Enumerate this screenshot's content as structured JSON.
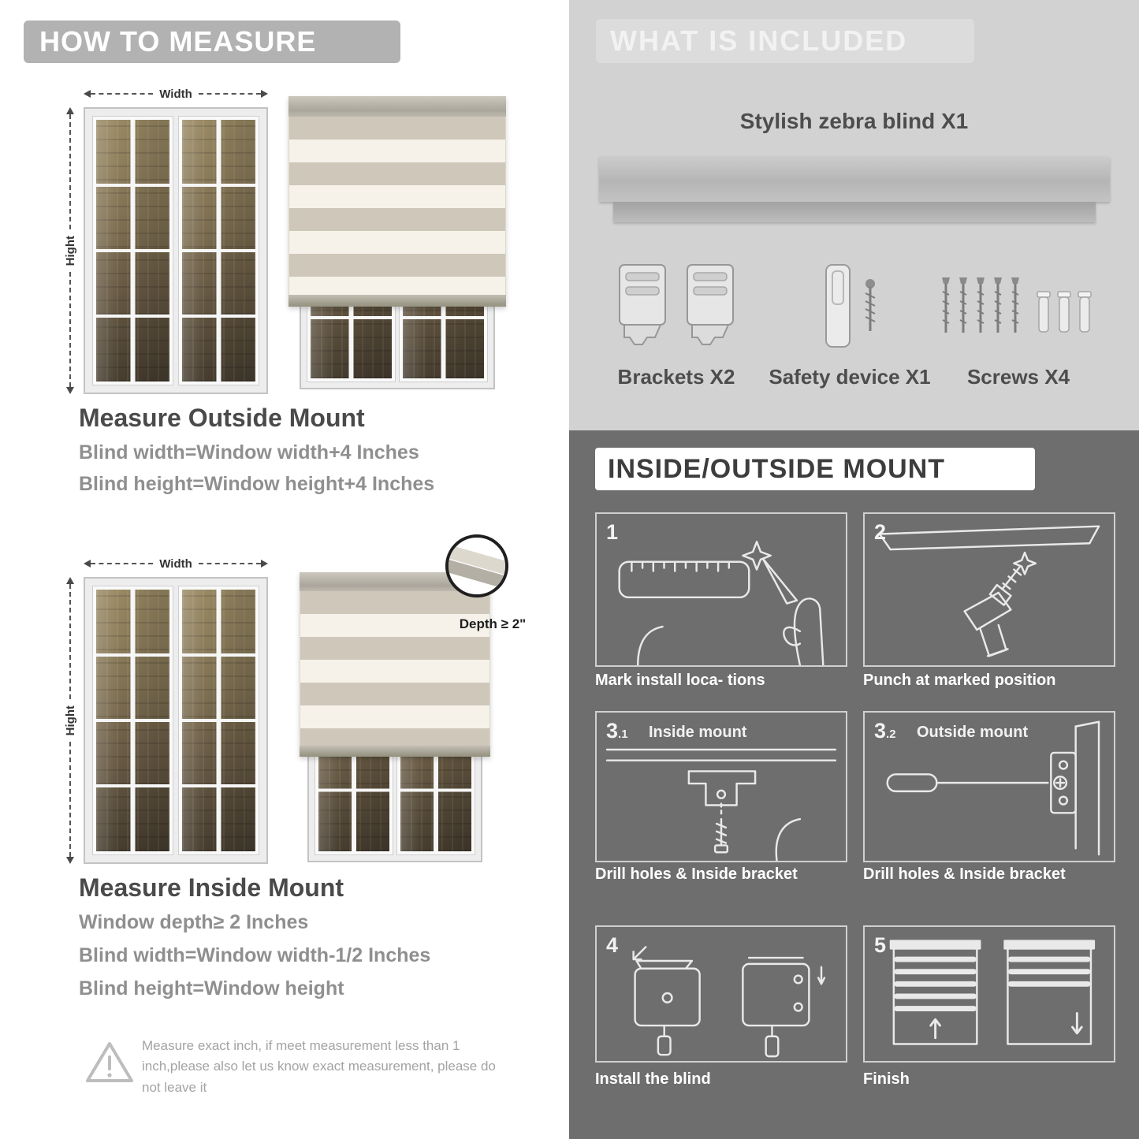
{
  "left": {
    "header": "HOW TO MEASURE",
    "labels": {
      "width": "Width",
      "height": "Hight"
    },
    "outside": {
      "title": "Measure Outside Mount",
      "lines": [
        "Blind width=Window width+4 Inches",
        "Blind height=Window height+4 Inches"
      ]
    },
    "inside": {
      "title": "Measure Inside Mount",
      "depth_label": "Depth ≥ 2\"",
      "lines": [
        "Window depth≥ 2 Inches",
        "Blind width=Window width-1/2 Inches",
        "Blind height=Window height"
      ]
    },
    "warning": "Measure exact inch, if meet measurement less than 1 inch,please also let us know exact measurement, please do not leave it"
  },
  "right": {
    "included": {
      "header": "WHAT IS INCLUDED",
      "blind_label": "Stylish zebra blind X1",
      "items": [
        {
          "label": "Brackets X2"
        },
        {
          "label": "Safety device X1"
        },
        {
          "label": "Screws X4"
        }
      ]
    },
    "mount": {
      "header": "INSIDE/OUTSIDE MOUNT",
      "steps": [
        {
          "num": "1",
          "caption": "Mark install loca- tions"
        },
        {
          "num": "2",
          "caption": "Punch at  marked position"
        },
        {
          "num": "3",
          "sub": ".1",
          "title": "Inside mount",
          "caption": "Drill holes &  Inside bracket"
        },
        {
          "num": "3",
          "sub": ".2",
          "title": "Outside mount",
          "caption": "Drill holes &  Inside bracket"
        },
        {
          "num": "4",
          "caption": "Install the blind"
        },
        {
          "num": "5",
          "caption": "Finish"
        }
      ]
    }
  },
  "colors": {
    "header_gray": "#b2b2b2",
    "included_bg": "#d2d2d2",
    "mount_bg": "#6e6e6e",
    "text_dark": "#4a4a4a",
    "text_gray": "#8f8f8f"
  }
}
